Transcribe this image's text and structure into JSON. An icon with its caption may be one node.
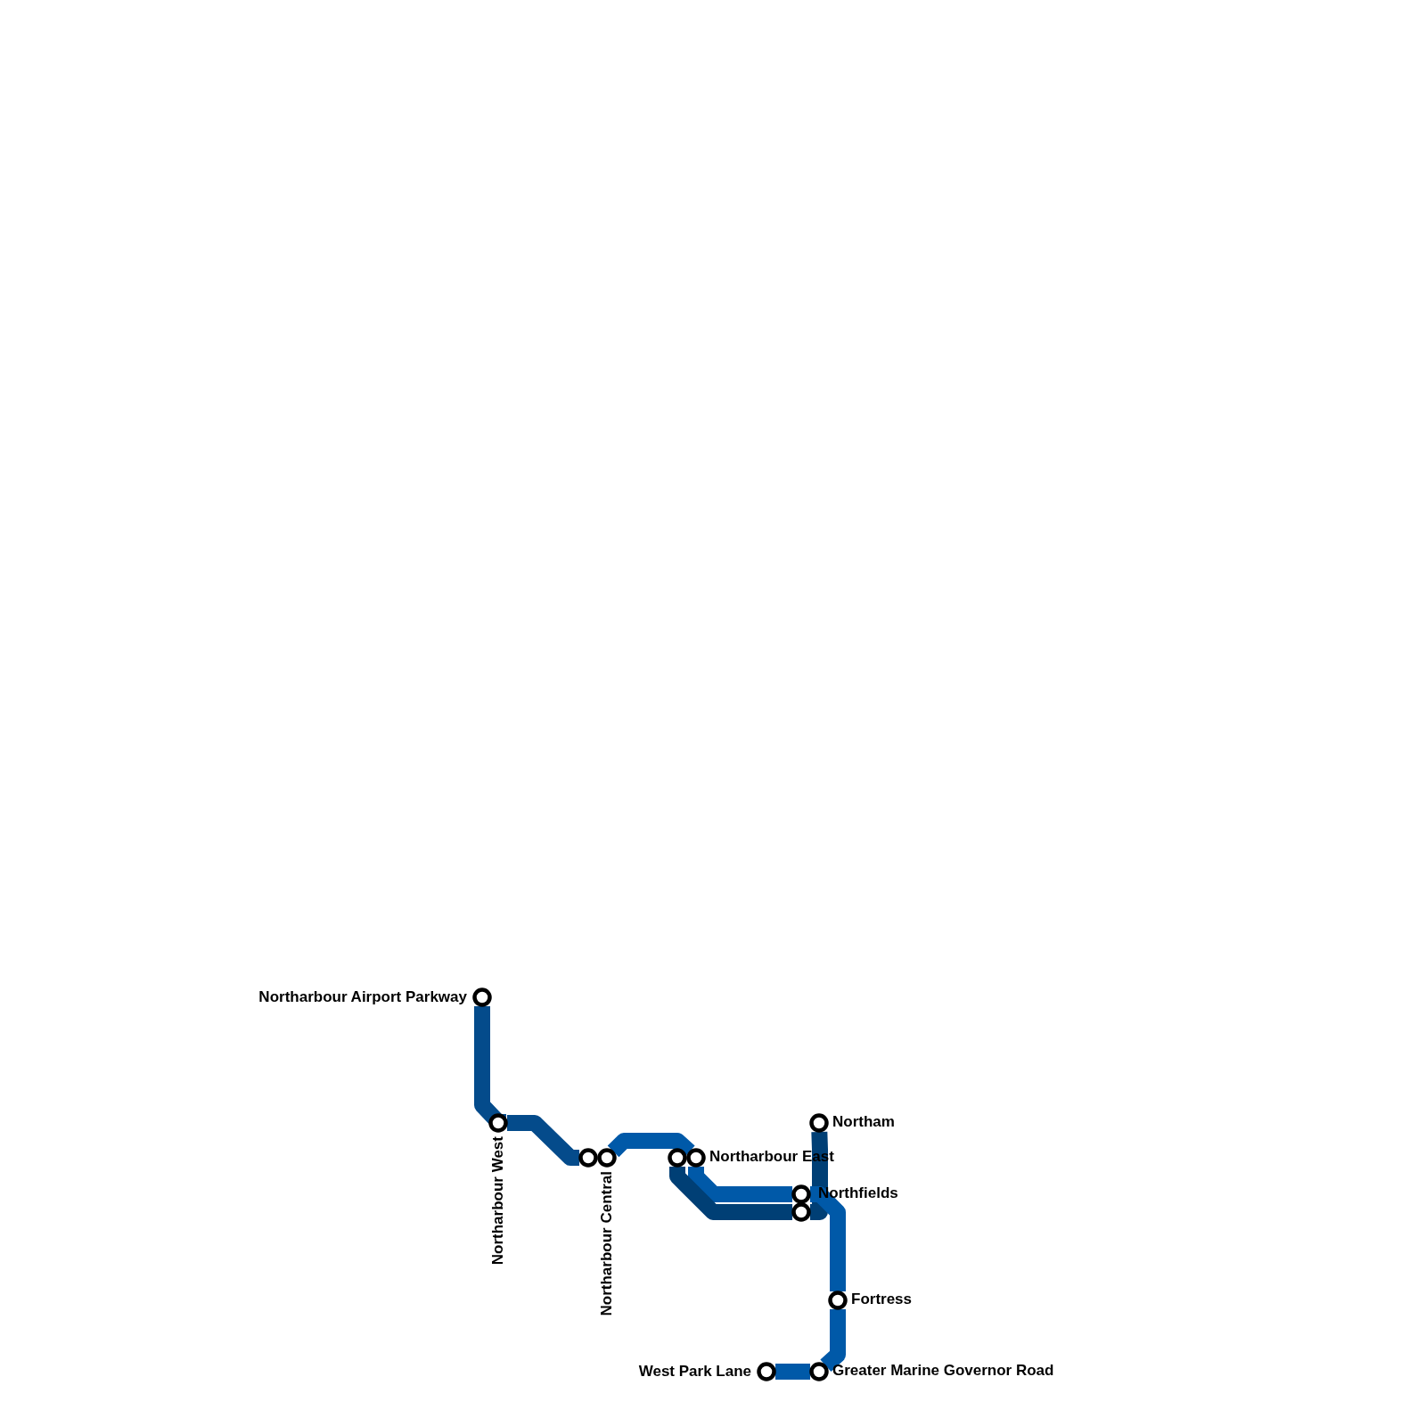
{
  "diagram": {
    "nodes": [
      {
        "text": [
          "Northarbour Airport Parkway"
        ]
      },
      {
        "text": [
          "Northarbour West"
        ]
      },
      {
        "text": [],
        "shape": "circle"
      },
      {
        "text": [
          "Northarbour Central"
        ]
      },
      {
        "text": [],
        "shape": "circle"
      },
      {
        "text": [
          "Northarbour East"
        ]
      },
      {
        "text": [
          "Northam"
        ]
      },
      {
        "text": [
          "Northfields"
        ]
      },
      {
        "text": [],
        "shape": "circle"
      },
      {
        "text": [
          "Fortress"
        ]
      },
      {
        "text": [
          "West Park Lane"
        ]
      },
      {
        "text": [
          "Greater Marine Governor Road"
        ]
      }
    ],
    "edges": [
      {
        "from": 0,
        "to": 1,
        "arrow": "none",
        "color": "#044b8b"
      },
      {
        "from": 1,
        "to": 2,
        "arrow": "none",
        "color": "#044b8b"
      },
      {
        "from": 3,
        "to": 5,
        "arrow": "none"
      },
      {
        "from": 5,
        "to": 7,
        "arrow": "none"
      },
      {
        "from": 7,
        "to": 9,
        "arrow": "none"
      },
      {
        "from": 9,
        "to": 11,
        "arrow": "none"
      },
      {
        "from": 11,
        "to": 10,
        "arrow": "none"
      },
      {
        "from": 4,
        "to": 8,
        "arrow": "none",
        "color": "#003f75"
      },
      {
        "from": 8,
        "to": 6,
        "arrow": "none",
        "color": "#003f75"
      }
    ]
  }
}
